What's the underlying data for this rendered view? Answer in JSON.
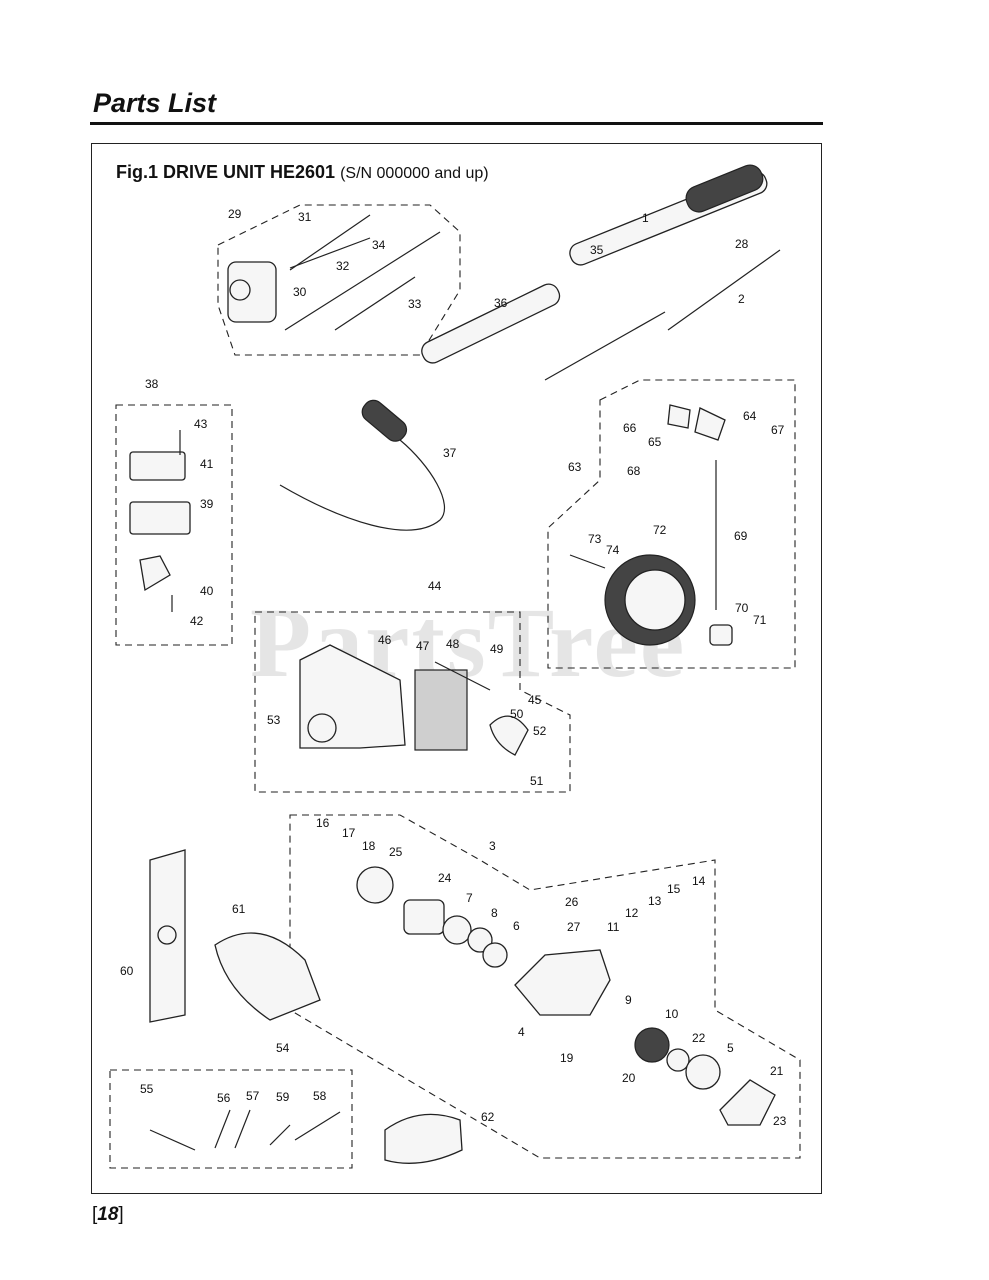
{
  "header": {
    "title": "Parts List"
  },
  "figure": {
    "title": "Fig.1 DRIVE UNIT HE2601",
    "subtitle": "(S/N 000000 and up)",
    "watermark": "PartsTree",
    "callouts": [
      "1",
      "2",
      "3",
      "4",
      "5",
      "6",
      "7",
      "8",
      "9",
      "10",
      "11",
      "12",
      "13",
      "14",
      "15",
      "16",
      "17",
      "18",
      "19",
      "20",
      "21",
      "22",
      "23",
      "24",
      "25",
      "26",
      "27",
      "28",
      "29",
      "30",
      "31",
      "32",
      "33",
      "34",
      "35",
      "36",
      "37",
      "38",
      "39",
      "40",
      "41",
      "42",
      "43",
      "44",
      "45",
      "46",
      "47",
      "48",
      "49",
      "50",
      "51",
      "52",
      "53",
      "54",
      "55",
      "56",
      "57",
      "58",
      "59",
      "60",
      "61",
      "62",
      "63",
      "64",
      "65",
      "66",
      "67",
      "68",
      "69",
      "70",
      "71",
      "72",
      "73",
      "74"
    ]
  },
  "footer": {
    "page_open": "[",
    "page_number": "18",
    "page_close": "]"
  }
}
